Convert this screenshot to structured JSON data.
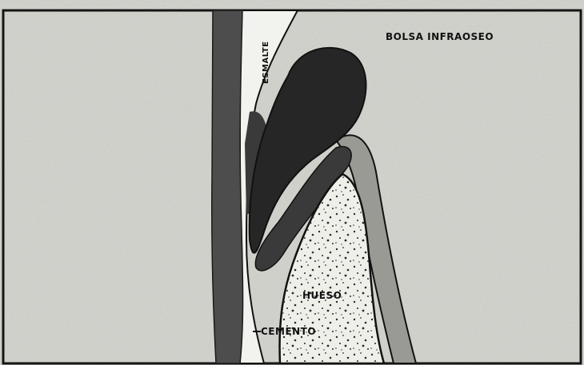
{
  "labels": {
    "esmalte": "ESMALTE",
    "bolsa": "BOLSA INFRAOSEO",
    "hueso": "HUESO",
    "cemento": "CEMENTO"
  },
  "colors": {
    "background": "#d4d4ce",
    "frame": "#151515",
    "root_dentin": "#4d4d4d",
    "pocket": "#262626",
    "gingiva": "#9a9a94",
    "bone_fill": "#efefea",
    "bone_specks": "#2a2a2a"
  }
}
